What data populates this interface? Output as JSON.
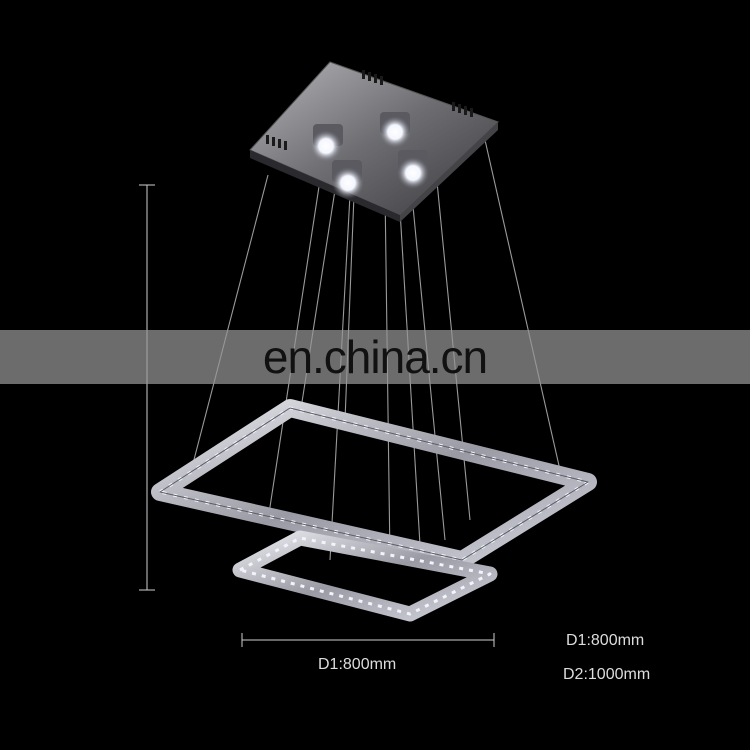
{
  "watermark": {
    "text": "en.china.cn"
  },
  "dimensions": {
    "width_label": "D1:800mm",
    "spec_d1": "D1:800mm",
    "spec_d2": "D2:1000mm"
  },
  "colors": {
    "background": "#000000",
    "metal": "#8a8a8e",
    "led_glow": "#ffffff",
    "crystal": "#c8ccd6"
  }
}
